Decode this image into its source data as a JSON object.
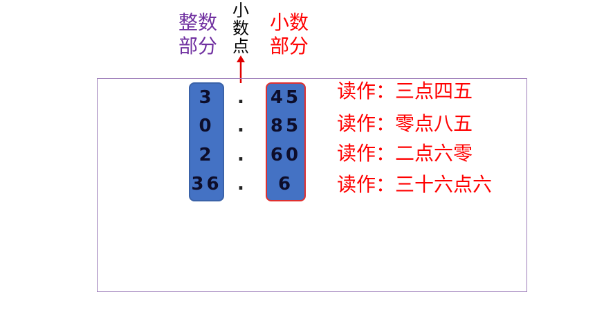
{
  "labels": {
    "integer_part": [
      "整数",
      "部分"
    ],
    "decimal_point": [
      "小",
      "数",
      "点"
    ],
    "decimal_part": [
      "小数",
      "部分"
    ]
  },
  "rows": [
    {
      "integer": "3",
      "point": ".",
      "decimal": "45",
      "reading": "读作：三点四五"
    },
    {
      "integer": "0",
      "point": ".",
      "decimal": "85",
      "reading": "读作：零点八五"
    },
    {
      "integer": "2",
      "point": ".",
      "decimal": "60",
      "reading": "读作：二点六零"
    },
    {
      "integer": "36",
      "point": ".",
      "decimal": "6",
      "reading": "读作：三十六点六"
    }
  ],
  "colors": {
    "integer_label": "#7030a0",
    "decimal_label": "#ff0000",
    "column_fill": "#4472c4",
    "arrow": "#e00000",
    "reading_text": "#ff0000"
  }
}
